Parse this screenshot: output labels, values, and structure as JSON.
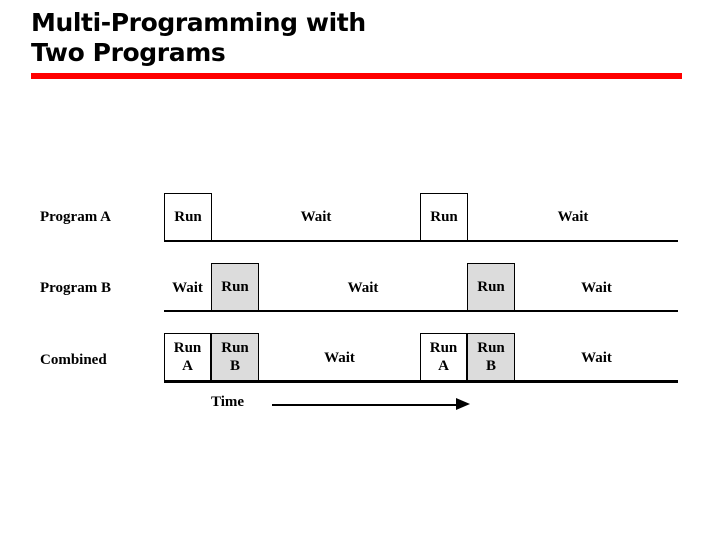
{
  "slide": {
    "title": "Multi-Programming with\nTwo Programs",
    "accent_color": "#ff0000",
    "background_color": "#ffffff",
    "text_color": "#000000",
    "run_fill_white": "#ffffff",
    "run_fill_gray": "#dcdcdc"
  },
  "chart_data": {
    "type": "table",
    "title": "Multi-Programming with Two Programs",
    "xlabel": "Time",
    "ylabel": "",
    "axis_label": "Time",
    "row_labels": [
      "Program A",
      "Program B",
      "Combined"
    ],
    "rows": [
      {
        "label": "Program A",
        "segments": [
          {
            "state": "Run",
            "sub": "",
            "style": "box",
            "fill": "white",
            "start": 164,
            "end": 212
          },
          {
            "state": "Wait",
            "sub": "",
            "style": "open",
            "fill": "none",
            "start": 212,
            "end": 420
          },
          {
            "state": "Run",
            "sub": "",
            "style": "box",
            "fill": "white",
            "start": 420,
            "end": 468
          },
          {
            "state": "Wait",
            "sub": "",
            "style": "open",
            "fill": "none",
            "start": 468,
            "end": 678
          }
        ]
      },
      {
        "label": "Program B",
        "segments": [
          {
            "state": "Wait",
            "sub": "",
            "style": "open",
            "fill": "none",
            "start": 164,
            "end": 211
          },
          {
            "state": "Run",
            "sub": "",
            "style": "box",
            "fill": "gray",
            "start": 211,
            "end": 259
          },
          {
            "state": "Wait",
            "sub": "",
            "style": "open",
            "fill": "none",
            "start": 259,
            "end": 467
          },
          {
            "state": "Run",
            "sub": "",
            "style": "box",
            "fill": "gray",
            "start": 467,
            "end": 515
          },
          {
            "state": "Wait",
            "sub": "",
            "style": "open",
            "fill": "none",
            "start": 515,
            "end": 678
          }
        ]
      },
      {
        "label": "Combined",
        "segments": [
          {
            "state": "Run",
            "sub": "A",
            "style": "box",
            "fill": "white",
            "start": 164,
            "end": 211
          },
          {
            "state": "Run",
            "sub": "B",
            "style": "box",
            "fill": "gray",
            "start": 211,
            "end": 259
          },
          {
            "state": "Wait",
            "sub": "",
            "style": "open",
            "fill": "none",
            "start": 259,
            "end": 420
          },
          {
            "state": "Run",
            "sub": "A",
            "style": "box",
            "fill": "white",
            "start": 420,
            "end": 467
          },
          {
            "state": "Run",
            "sub": "B",
            "style": "box",
            "fill": "gray",
            "start": 467,
            "end": 515
          },
          {
            "state": "Wait",
            "sub": "",
            "style": "open",
            "fill": "none",
            "start": 515,
            "end": 678
          }
        ]
      }
    ],
    "legend": [
      {
        "label": "Run",
        "fill": "white"
      },
      {
        "label": "Wait",
        "fill": "none"
      }
    ],
    "annotations": [
      "Time"
    ]
  },
  "labels": {
    "program_a": "Program A",
    "program_b": "Program B",
    "combined": "Combined",
    "run": "Run",
    "wait": "Wait",
    "a": "A",
    "b": "B",
    "time": "Time"
  }
}
